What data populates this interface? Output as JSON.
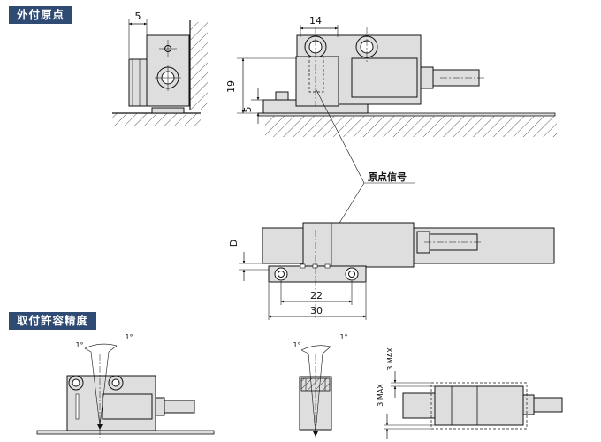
{
  "sections": {
    "external_origin": "外付原点",
    "mounting_tolerance": "取付許容精度"
  },
  "labels": {
    "origin_signal": "原点信号"
  },
  "dimensions": {
    "d_5_side": "5",
    "d_14": "14",
    "d_19": "19",
    "d_5_front": "5",
    "d_D": "D",
    "d_22": "22",
    "d_30": "30",
    "ang_1_left": "1°",
    "ang_1_right": "1°",
    "ang_1_left_b": "1°",
    "ang_1_right_b": "1°",
    "max_vertical_a": "3 MAX",
    "max_vertical_b": "3 MAX"
  },
  "colors": {
    "header_bg": "#2f4a73",
    "part_fill": "#dedede",
    "line": "#111111"
  }
}
